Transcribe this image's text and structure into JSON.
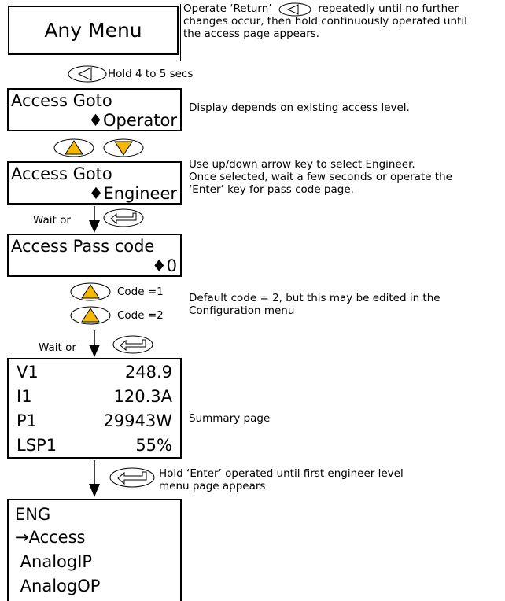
{
  "any_menu": {
    "title": "Any Menu"
  },
  "notes": {
    "return_line1": "Operate ‘Return’",
    "return_line1b": "repeatedly until no further",
    "return_line2": "changes occur, then hold continuously operated until",
    "return_line3": "the access page appears.",
    "hold": "Hold 4 to 5 secs",
    "display_depends": "Display depends on existing access level.",
    "select_line1": "Use up/down arrow key to select Engineer.",
    "select_line2": "Once selected, wait a few seconds or operate the",
    "select_line3": "‘Enter’ key for pass code page.",
    "wait_or_1": "Wait or",
    "code1": "Code =1",
    "code2": "Code =2",
    "default_line1": "Default code = 2, but this may be edited in the",
    "default_line2": "Configuration menu",
    "wait_or_2": "Wait or",
    "summary": "Summary page",
    "hold_enter_line1": "Hold ‘Enter’ operated until first engineer level",
    "hold_enter_line2": "menu page appears"
  },
  "access_operator": {
    "title": "Access Goto",
    "value": "♦Operator"
  },
  "access_engineer": {
    "title": "Access Goto",
    "value": "♦Engineer"
  },
  "pass_code": {
    "title": "Access Pass code",
    "value": "♦0"
  },
  "summary": {
    "rows": [
      {
        "label": "V1",
        "value": "248.9"
      },
      {
        "label": "I1",
        "value": "120.3A"
      },
      {
        "label": "P1",
        "value": "29943W"
      },
      {
        "label": "LSP1",
        "value": "55%"
      }
    ]
  },
  "eng_menu": {
    "items": [
      "ENG",
      "→Access",
      " AnalogIP",
      " AnalogOP"
    ]
  },
  "colors": {
    "key_fill": "#f5b800",
    "outline": "#000000"
  }
}
